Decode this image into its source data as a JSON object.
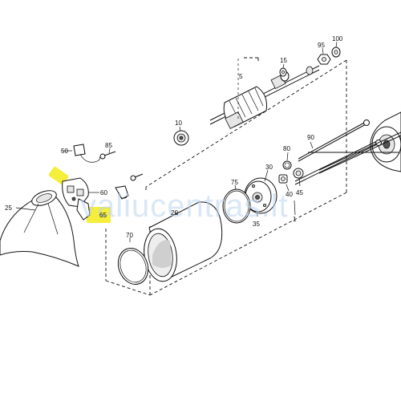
{
  "watermark": "valiucentras.lt",
  "colors": {
    "highlight": "#f5ee3a",
    "watermark": "#b9d4ee",
    "line": "#111111"
  },
  "callouts": [
    {
      "id": "p1",
      "label": "1"
    },
    {
      "id": "p5",
      "label": "5"
    },
    {
      "id": "p10",
      "label": "10"
    },
    {
      "id": "p15",
      "label": "15"
    },
    {
      "id": "p20",
      "label": "20"
    },
    {
      "id": "p25",
      "label": "25"
    },
    {
      "id": "p30",
      "label": "30"
    },
    {
      "id": "p35",
      "label": "35"
    },
    {
      "id": "p40",
      "label": "40"
    },
    {
      "id": "p45",
      "label": "45"
    },
    {
      "id": "p50",
      "label": "50"
    },
    {
      "id": "p60",
      "label": "60"
    },
    {
      "id": "p65",
      "label": "65"
    },
    {
      "id": "p70",
      "label": "70"
    },
    {
      "id": "p75",
      "label": "75"
    },
    {
      "id": "p80",
      "label": "80"
    },
    {
      "id": "p85",
      "label": "85"
    },
    {
      "id": "p90",
      "label": "90"
    },
    {
      "id": "p95",
      "label": "95"
    },
    {
      "id": "p100",
      "label": "100"
    }
  ]
}
